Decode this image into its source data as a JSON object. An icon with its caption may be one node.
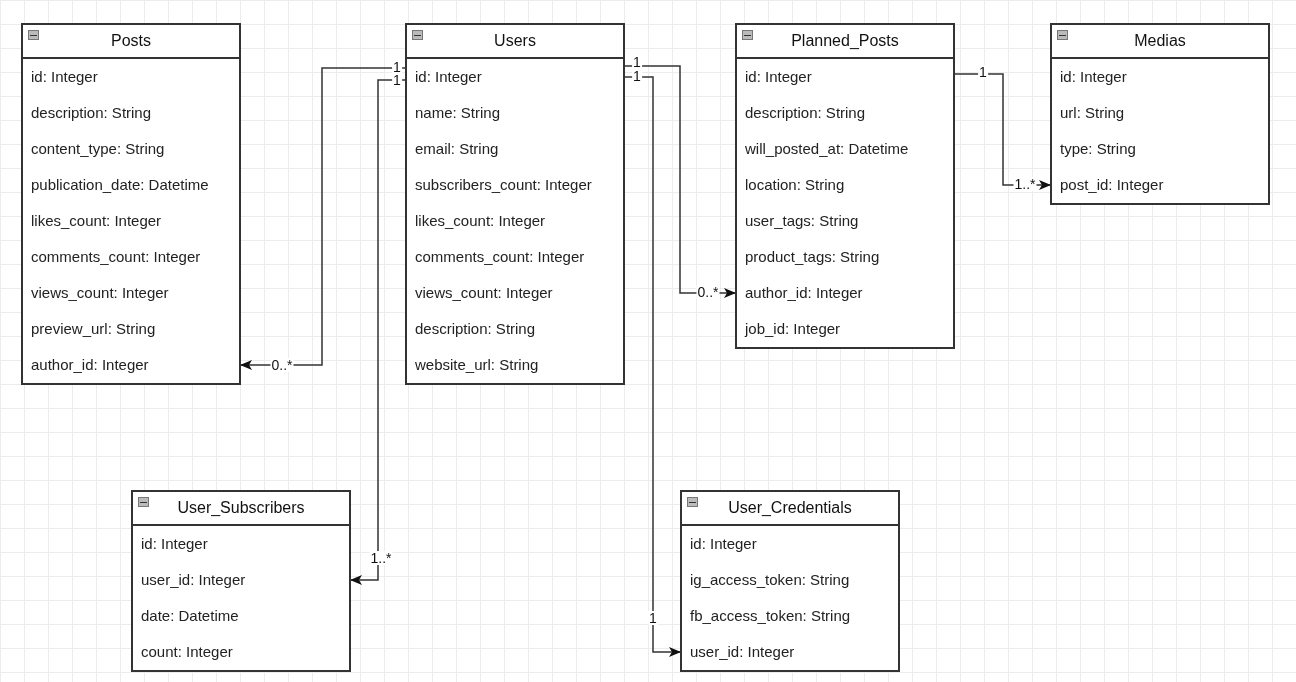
{
  "diagram": {
    "nodes": [
      {
        "text": [
          "Posts"
        ]
      },
      {
        "text": [
          "id: Integer"
        ],
        "in": 0
      },
      {
        "text": [
          "description: String"
        ],
        "in": 0
      },
      {
        "text": [
          "content_type: String"
        ],
        "in": 0
      },
      {
        "text": [
          "publication_date: Datetime"
        ],
        "in": 0
      },
      {
        "text": [
          "likes_count: Integer"
        ],
        "in": 0
      },
      {
        "text": [
          "comments_count: Integer"
        ],
        "in": 0
      },
      {
        "text": [
          "views_count: Integer"
        ],
        "in": 0
      },
      {
        "text": [
          "preview_url: String"
        ],
        "in": 0
      },
      {
        "text": [
          "author_id: Integer"
        ],
        "in": 0
      },
      {
        "text": [
          "Users"
        ]
      },
      {
        "text": [
          "id: Integer"
        ],
        "in": 10
      },
      {
        "text": [
          "name: String"
        ],
        "in": 10
      },
      {
        "text": [
          "email: String"
        ],
        "in": 10
      },
      {
        "text": [
          "subscribers_count: Integer"
        ],
        "in": 10
      },
      {
        "text": [
          "likes_count: Integer"
        ],
        "in": 10
      },
      {
        "text": [
          "comments_count: Integer"
        ],
        "in": 10
      },
      {
        "text": [
          "views_count: Integer"
        ],
        "in": 10
      },
      {
        "text": [
          "description: String"
        ],
        "in": 10
      },
      {
        "text": [
          "website_url: String"
        ],
        "in": 10
      },
      {
        "text": [
          "Planned_Posts"
        ]
      },
      {
        "text": [
          "id: Integer"
        ],
        "in": 20
      },
      {
        "text": [
          "description: String"
        ],
        "in": 20
      },
      {
        "text": [
          "will_posted_at: Datetime"
        ],
        "in": 20
      },
      {
        "text": [
          "location: String"
        ],
        "in": 20
      },
      {
        "text": [
          "user_tags: String"
        ],
        "in": 20
      },
      {
        "text": [
          "product_tags: String"
        ],
        "in": 20
      },
      {
        "text": [
          "author_id: Integer"
        ],
        "in": 20
      },
      {
        "text": [
          "job_id: Integer"
        ],
        "in": 20
      },
      {
        "text": [
          "Medias"
        ]
      },
      {
        "text": [
          "id: Integer"
        ],
        "in": 29
      },
      {
        "text": [
          "url: String"
        ],
        "in": 29
      },
      {
        "text": [
          "type: String"
        ],
        "in": 29
      },
      {
        "text": [
          "post_id: Integer"
        ],
        "in": 29
      },
      {
        "text": [
          "User_Subscribers"
        ]
      },
      {
        "text": [
          "id: Integer"
        ],
        "in": 34
      },
      {
        "text": [
          "user_id: Integer"
        ],
        "in": 34
      },
      {
        "text": [
          "date: Datetime"
        ],
        "in": 34
      },
      {
        "text": [
          "count: Integer"
        ],
        "in": 34
      },
      {
        "text": [
          "User_Credentials"
        ]
      },
      {
        "text": [
          "id: Integer"
        ],
        "in": 39
      },
      {
        "text": [
          "ig_access_token: String"
        ],
        "in": 39
      },
      {
        "text": [
          "fb_access_token: String"
        ],
        "in": 39
      },
      {
        "text": [
          "user_id: Integer"
        ],
        "in": 39
      }
    ],
    "edges": [
      {
        "from": 11,
        "to": 9,
        "arrow": "to",
        "label": "0..*"
      },
      {
        "from": 11,
        "to": 36,
        "arrow": "to",
        "label": "1..*"
      },
      {
        "from": 10,
        "to": 27,
        "arrow": "to",
        "label": "0..*"
      },
      {
        "from": 10,
        "to": 43,
        "arrow": "to",
        "label": "1"
      },
      {
        "from": 20,
        "to": 33,
        "arrow": "to",
        "label": "1..*"
      }
    ],
    "labels": [
      "1",
      "1",
      "1",
      "1",
      "1"
    ]
  }
}
